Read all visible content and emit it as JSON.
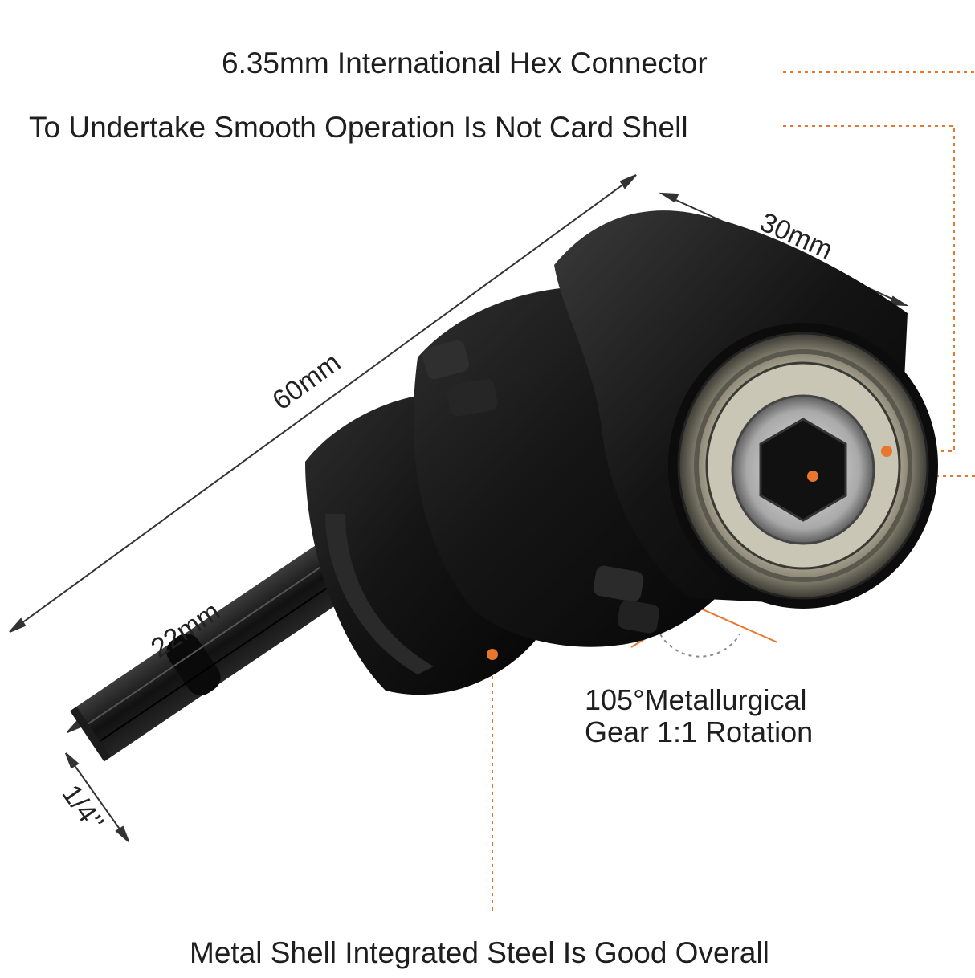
{
  "callouts": {
    "hex_connector": "6.35mm International Hex Connector",
    "smooth_operation": "To Undertake Smooth Operation Is Not Card Shell",
    "gear_line1": "105°Metallurgical",
    "gear_line2": "Gear 1:1 Rotation",
    "metal_shell": "Metal Shell Integrated Steel Is Good Overall"
  },
  "dimensions": {
    "overall_length": "60mm",
    "head_width": "30mm",
    "shank_length": "22mm",
    "shank_size": "1/4’’"
  },
  "colors": {
    "accent": "#e8772e",
    "body": "#141414",
    "text": "#1e1e1e",
    "dimension_line": "#333333",
    "bearing_metal": "#9a9684"
  }
}
